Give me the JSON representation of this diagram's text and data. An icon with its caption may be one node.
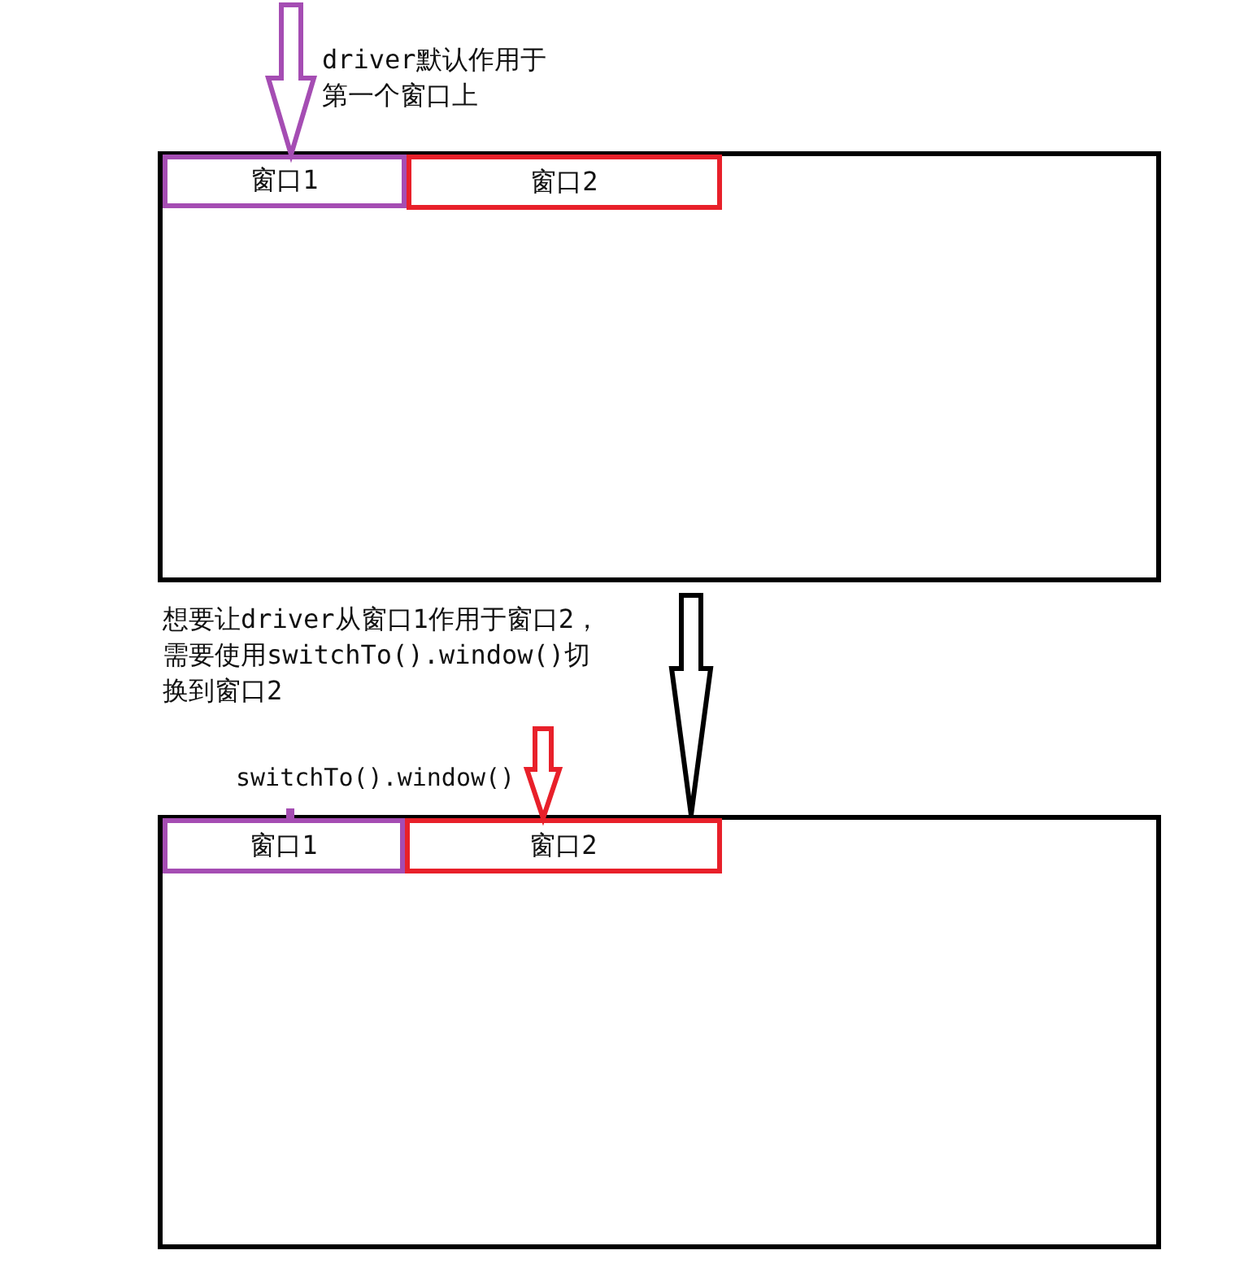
{
  "diagram": {
    "nodes": [
      {
        "text": [],
        "shape": "box"
      },
      {
        "text": [
          "窗口1"
        ],
        "in": 0
      },
      {
        "text": [
          "窗口2"
        ],
        "in": 0
      },
      {
        "text": [],
        "shape": "box"
      },
      {
        "text": [
          "窗口1"
        ],
        "in": 3
      },
      {
        "text": [
          "窗口2"
        ],
        "in": 3
      }
    ],
    "edges": [
      {
        "from": null,
        "to": 1,
        "arrow": "to",
        "color": "#a54db3"
      },
      {
        "from": 0,
        "to": 3,
        "arrow": "to",
        "color": "#000000"
      },
      {
        "from": null,
        "to": 5,
        "arrow": "to",
        "color": "#e8202a"
      }
    ],
    "labels": [
      "driver默认作用于第一个窗口上",
      "想要让driver从窗口1作用于窗口2，需要使用switchTo().window()切换到窗口2",
      "switchTo().window()"
    ]
  }
}
